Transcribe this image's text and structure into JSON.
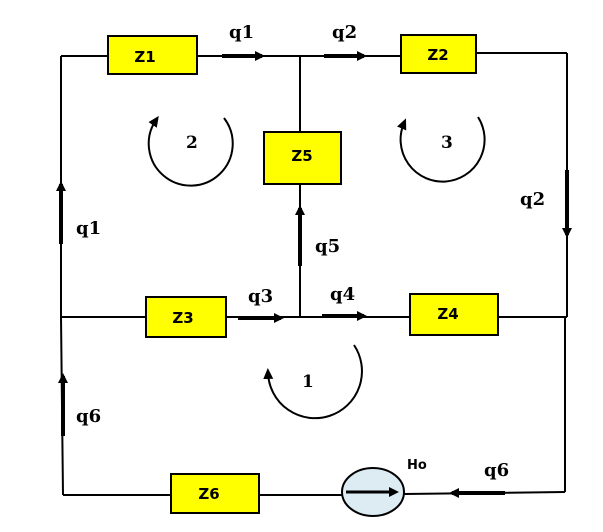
{
  "components": {
    "z1": "Z1",
    "z2": "Z2",
    "z3": "Z3",
    "z4": "Z4",
    "z5": "Z5",
    "z6": "Z6"
  },
  "flows": {
    "q1_top": "q1",
    "q2_top": "q2",
    "q1_left": "q1",
    "q2_right": "q2",
    "q5": "q5",
    "q3": "q3",
    "q4": "q4",
    "q6_left": "q6",
    "q6_bottom": "q6"
  },
  "loops": {
    "loop1": "1",
    "loop2": "2",
    "loop3": "3"
  },
  "pump": {
    "label": "Ho",
    "fill_color": "#dcecf2"
  },
  "colors": {
    "component_fill": "#ffff00",
    "line": "#000000"
  }
}
